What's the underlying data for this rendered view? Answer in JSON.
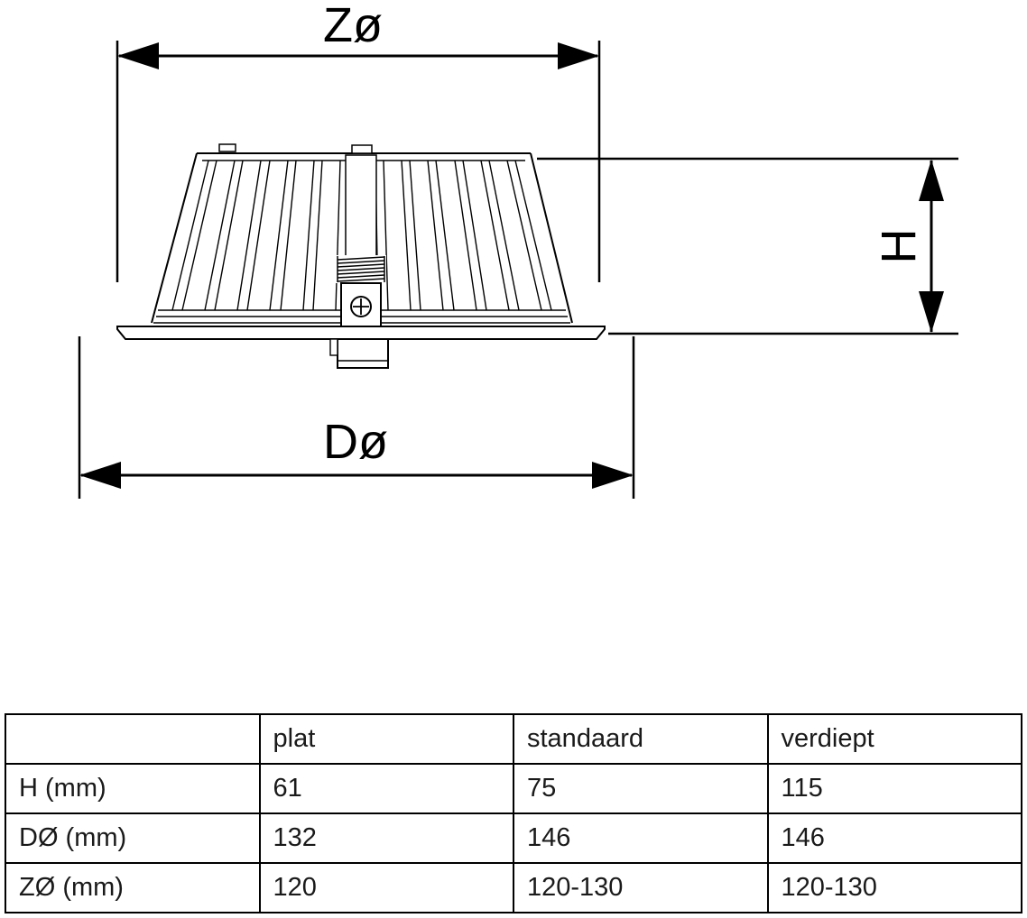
{
  "diagram": {
    "label_z": "Zø",
    "label_d": "Dø",
    "label_h": "H"
  },
  "table": {
    "columns": [
      "",
      "plat",
      "standaard",
      "verdiept"
    ],
    "rows": [
      {
        "label": "H (mm)",
        "values": [
          "61",
          "75",
          "115"
        ]
      },
      {
        "label": "DØ (mm)",
        "values": [
          "132",
          "146",
          "146"
        ]
      },
      {
        "label": "ZØ (mm)",
        "values": [
          "120",
          "120-130",
          "120-130"
        ]
      }
    ]
  },
  "colors": {
    "line": "#000000",
    "text": "#1a1a1a",
    "background": "#ffffff"
  }
}
